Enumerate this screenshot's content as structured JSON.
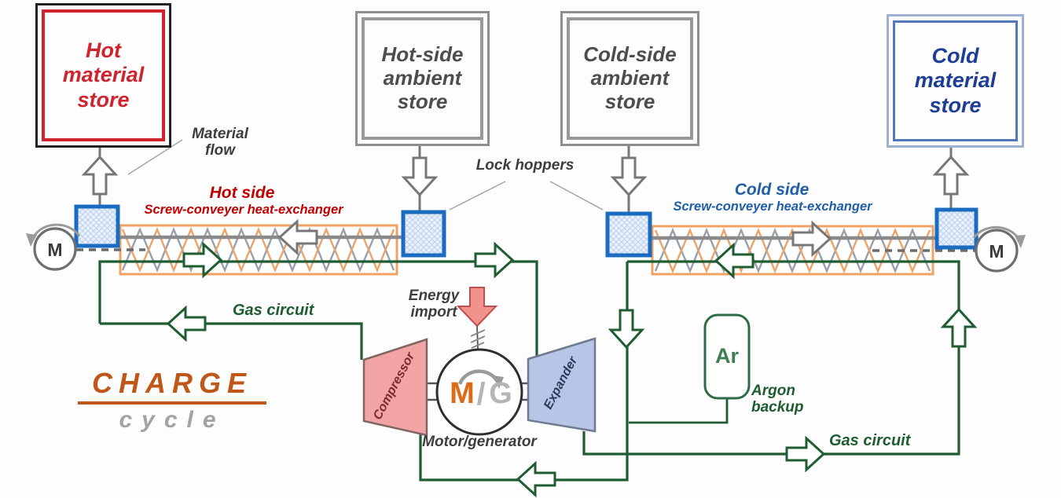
{
  "diagram": {
    "stores": {
      "hot_material": "Hot material store",
      "hot_ambient": "Hot-side ambient store",
      "cold_ambient": "Cold-side ambient store",
      "cold_material": "Cold material store"
    },
    "labels": {
      "material_flow": "Material flow",
      "lock_hoppers": "Lock hoppers",
      "hot_side_title": "Hot side",
      "hot_side_sub": "Screw-conveyer heat-exchanger",
      "cold_side_title": "Cold side",
      "cold_side_sub": "Screw-conveyer heat-exchanger",
      "gas_circuit_left": "Gas circuit",
      "gas_circuit_right": "Gas circuit",
      "energy_import": "Energy import",
      "motor_generator": "Motor/generator",
      "argon_backup": "Argon backup",
      "compressor": "Compressor",
      "expander": "Expander"
    },
    "symbols": {
      "motor_left": "M",
      "motor_right": "M",
      "mg_motor": "M",
      "mg_slash": "/",
      "mg_generator": "G",
      "argon": "Ar"
    },
    "title": {
      "charge": "CHARGE",
      "cycle": "cycle"
    },
    "colors": {
      "gas_circuit_green": "#1e5c32",
      "hot_red": "#c00000",
      "cold_blue": "#1f5fa8",
      "conveyor_orange": "#f0a264",
      "lock_hopper_blue": "#1a6cc0",
      "compressor_fill": "#f2a3a3",
      "expander_fill": "#b9c5e6",
      "motor_letter_orange": "#dd6a14",
      "generator_letter_gray": "#b5b5b5",
      "charge_orange": "#c0571a",
      "energy_arrow_red": "#f0938c",
      "material_gray": "#777777"
    }
  }
}
